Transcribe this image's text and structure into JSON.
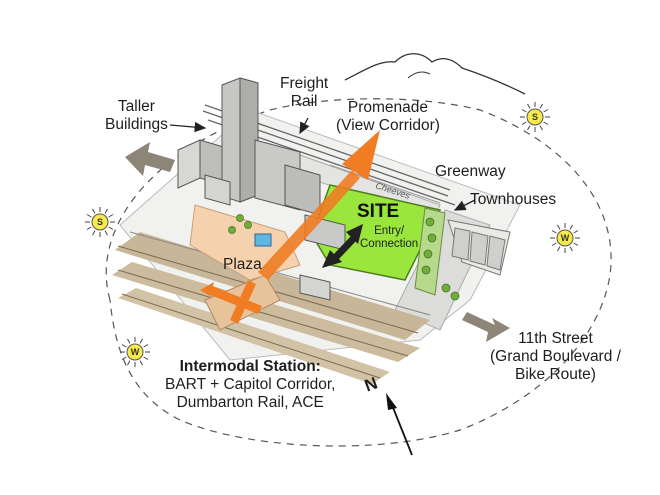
{
  "labels": {
    "taller_buildings": [
      "Taller",
      "Buildings"
    ],
    "freight_rail": [
      "Freight",
      "Rail"
    ],
    "promenade": [
      "Promenade",
      "(View Corridor)"
    ],
    "cheeves": "Cheeves",
    "greenway": "Greenway",
    "townhouses": "Townhouses",
    "site": "SITE",
    "entry_connection": [
      "Entry/",
      "Connection"
    ],
    "plaza": "Plaza",
    "eleventh_street": [
      "11th Street",
      "(Grand Boulevard /",
      "Bike Route)"
    ],
    "intermodal_title": "Intermodal Station:",
    "intermodal_lines": [
      "BART + Capitol Corridor,",
      "Dumbarton Rail, ACE"
    ],
    "north": "N"
  },
  "suns": [
    {
      "letter": "S",
      "name": "sun-south-top"
    },
    {
      "letter": "W",
      "name": "sun-west-right"
    },
    {
      "letter": "S",
      "name": "sun-south-left"
    },
    {
      "letter": "W",
      "name": "sun-west-bottom"
    }
  ],
  "colors": {
    "site_green": "#9be63c",
    "arrow_orange": "#f07c24",
    "plaza_peach": "#f5d2ad",
    "rail_tan": "#c8b698",
    "building_gray": "#c4c4c4",
    "arrow_gray": "#8c8578",
    "sun_yellow": "#f7ea4a"
  }
}
